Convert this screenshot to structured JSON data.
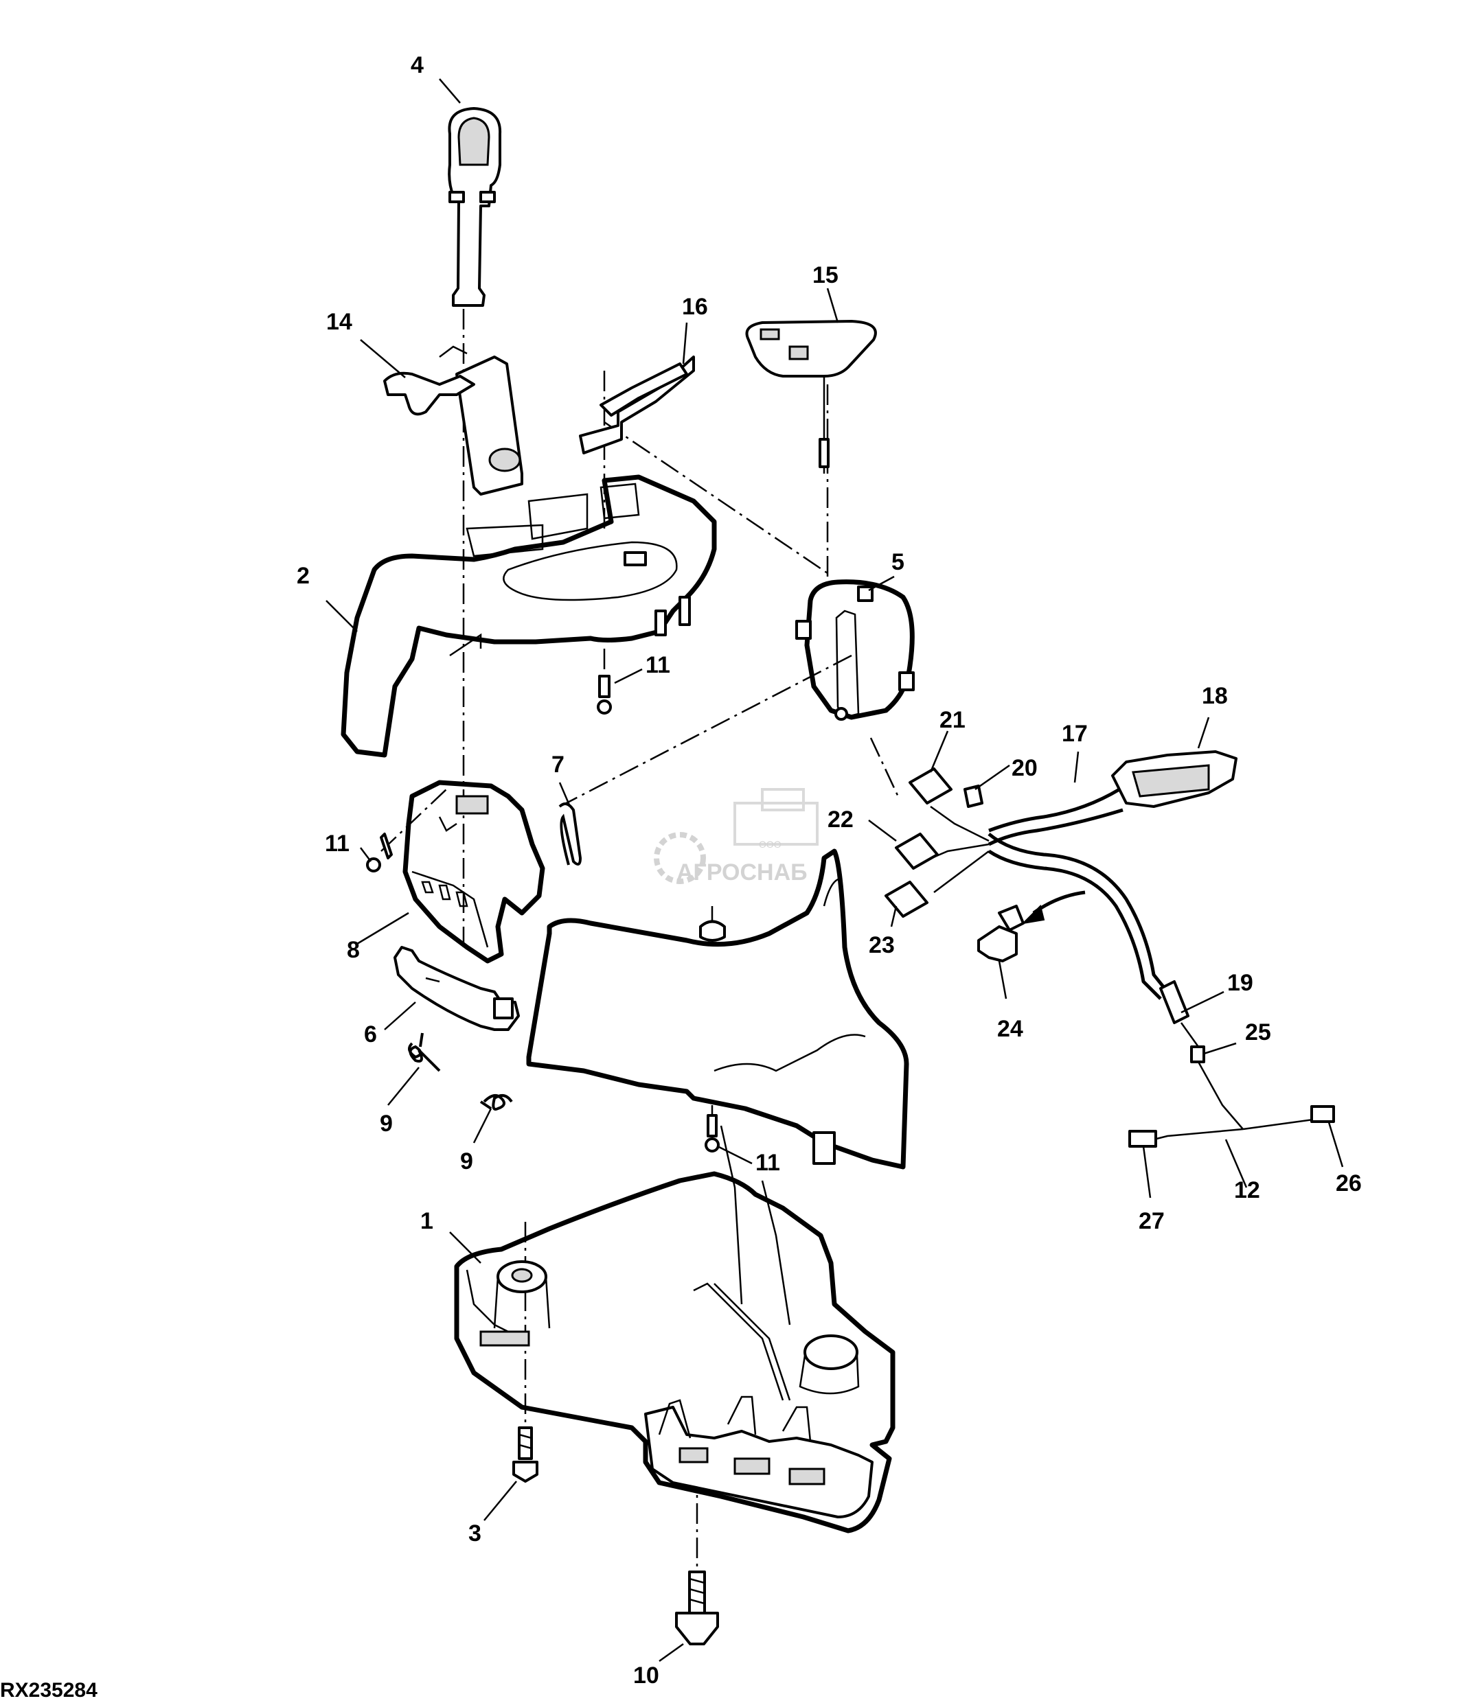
{
  "figure_id": "RX235284",
  "watermark": {
    "small_text": "ООО",
    "brand_text": "АГРОСНАБ"
  },
  "callouts": {
    "c1": "1",
    "c2": "2",
    "c3": "3",
    "c4": "4",
    "c5": "5",
    "c6": "6",
    "c7": "7",
    "c8": "8",
    "c9a": "9",
    "c9b": "9",
    "c10": "10",
    "c11a": "11",
    "c11b": "11",
    "c11c": "11",
    "c12": "12",
    "c14": "14",
    "c15": "15",
    "c16": "16",
    "c17": "17",
    "c18": "18",
    "c19": "19",
    "c20": "20",
    "c21": "21",
    "c22": "22",
    "c23": "23",
    "c24": "24",
    "c25": "25",
    "c26": "26",
    "c27": "27"
  }
}
